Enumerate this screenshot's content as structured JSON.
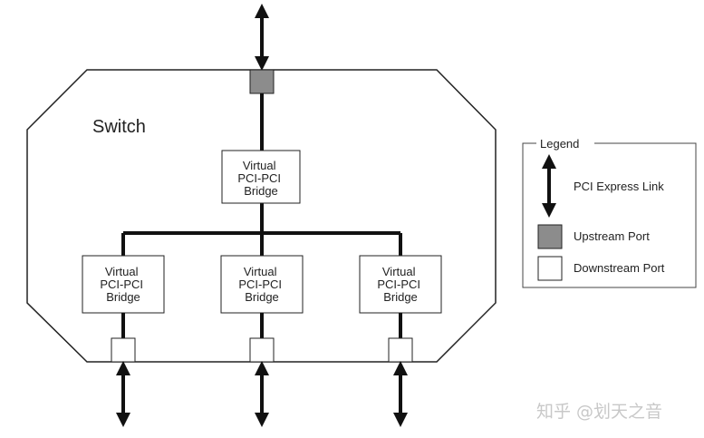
{
  "switch": {
    "label": "Switch"
  },
  "upper_bridge": {
    "line1": "Virtual",
    "line2": "PCI-PCI",
    "line3": "Bridge"
  },
  "lower_bridges": [
    {
      "line1": "Virtual",
      "line2": "PCI-PCI",
      "line3": "Bridge"
    },
    {
      "line1": "Virtual",
      "line2": "PCI-PCI",
      "line3": "Bridge"
    },
    {
      "line1": "Virtual",
      "line2": "PCI-PCI",
      "line3": "Bridge"
    }
  ],
  "legend": {
    "title": "Legend",
    "link": "PCI Express Link",
    "upstream": "Upstream Port",
    "downstream": "Downstream Port"
  },
  "watermark": "知乎 @划天之音",
  "colors": {
    "upstream_port": "#8c8c8c",
    "downstream_port": "#ffffff",
    "line": "#111111"
  }
}
